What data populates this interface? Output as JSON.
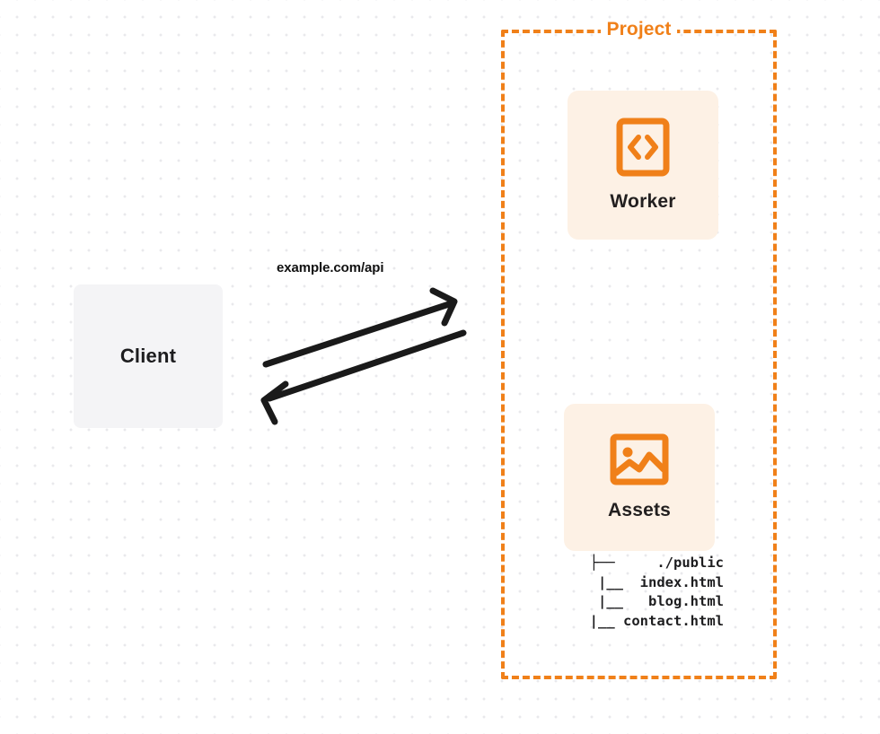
{
  "diagram": {
    "title_visible": false,
    "colors": {
      "orange": "#f08019",
      "tile_bg": "#fdf1e5",
      "client_bg": "#f4f4f6",
      "text": "#1d1d1f",
      "arrow": "#1a1a1a",
      "dot_grid": "#e9e9ec"
    },
    "client": {
      "label": "Client",
      "icon": "client-box-icon"
    },
    "connection": {
      "request_label": "example.com/api",
      "request_arrow_icon": "arrow-right-up-icon",
      "response_arrow_icon": "arrow-left-down-icon"
    },
    "project": {
      "title": "Project",
      "nodes": [
        {
          "id": "worker",
          "label": "Worker",
          "icon": "code-brackets-icon"
        },
        {
          "id": "assets",
          "label": "Assets",
          "icon": "image-picture-icon"
        }
      ],
      "file_tree": {
        "lines": [
          "├──     ./public",
          "  |__  index.html",
          "  |__   blog.html",
          "  |__ contact.html"
        ],
        "text": "├──     ./public\n  |__  index.html\n  |__   blog.html\n  |__ contact.html"
      }
    }
  }
}
